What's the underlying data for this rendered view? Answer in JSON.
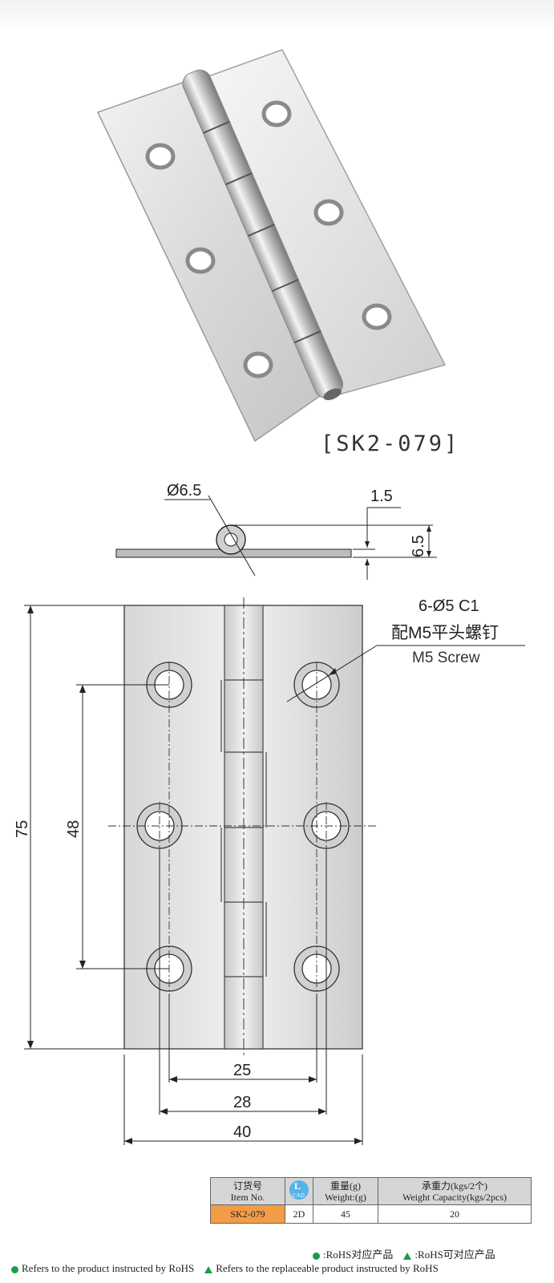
{
  "product": {
    "code_label": "[SK2-079]"
  },
  "side_view": {
    "dia_label": "Ø6.5",
    "thickness_label": "1.5",
    "height_label": "6.5"
  },
  "front_view": {
    "holes_label": "6-Ø5  C1",
    "screw_cn": "配M5平头螺钉",
    "screw_en": "M5 Screw",
    "dim_75": "75",
    "dim_48": "48",
    "dim_25": "25",
    "dim_28": "28",
    "dim_40": "40"
  },
  "spec_table": {
    "h_item_cn": "订货号",
    "h_item_en": "Item No.",
    "cad_top": "L",
    "cad_bottom": "CAD",
    "h_weight_cn": "重量(g)",
    "h_weight_en": "Weight:(g)",
    "h_cap_cn": "承重力(kgs/2个)",
    "h_cap_en": "Weight Capacity(kgs/2pcs)",
    "item_no": "SK2-079",
    "cad_type": "2D",
    "weight": "45",
    "capacity": "20"
  },
  "legend": {
    "rohs_cn": ":RoHS对应产品",
    "rohs_alt_cn": ":RoHS可对应产品",
    "rohs_en": "Refers to the product instructed by RoHS",
    "rohs_alt_en": "Refers to the replaceable product instructed by RoHS",
    "mark_color": "#1a9c4a"
  }
}
